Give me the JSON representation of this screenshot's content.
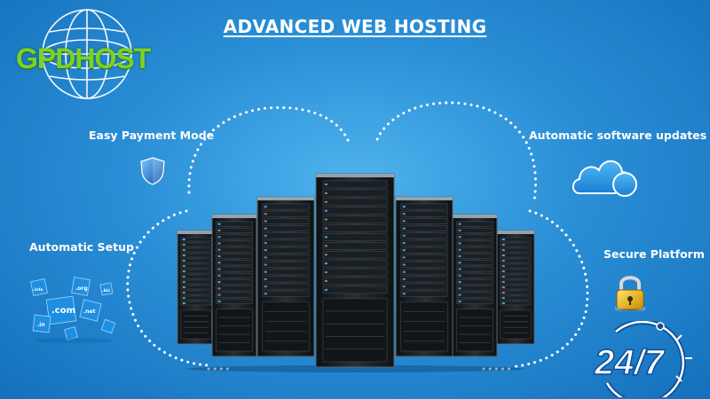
{
  "title": "ADVANCED WEB HOSTING",
  "logo": {
    "text": "GPDHOST",
    "color": "#7bd321"
  },
  "features": {
    "payment": {
      "label": "Easy Payment Mode",
      "icon": "shield-icon"
    },
    "updates": {
      "label": "Automatic software updates",
      "icon": "cloud-icon"
    },
    "setup": {
      "label": "Automatic Setup",
      "icon": "domain-cubes-icon"
    },
    "secure": {
      "label": "Secure Platform",
      "icon": "padlock-icon"
    }
  },
  "domain_cubes": [
    ".com",
    ".org",
    ".in",
    ".net",
    ".info",
    ".biz"
  ],
  "support_badge": {
    "text": "24/7"
  },
  "colors": {
    "background": "#2a8fd6",
    "text": "#ffffff",
    "accent": "#7bd321"
  }
}
